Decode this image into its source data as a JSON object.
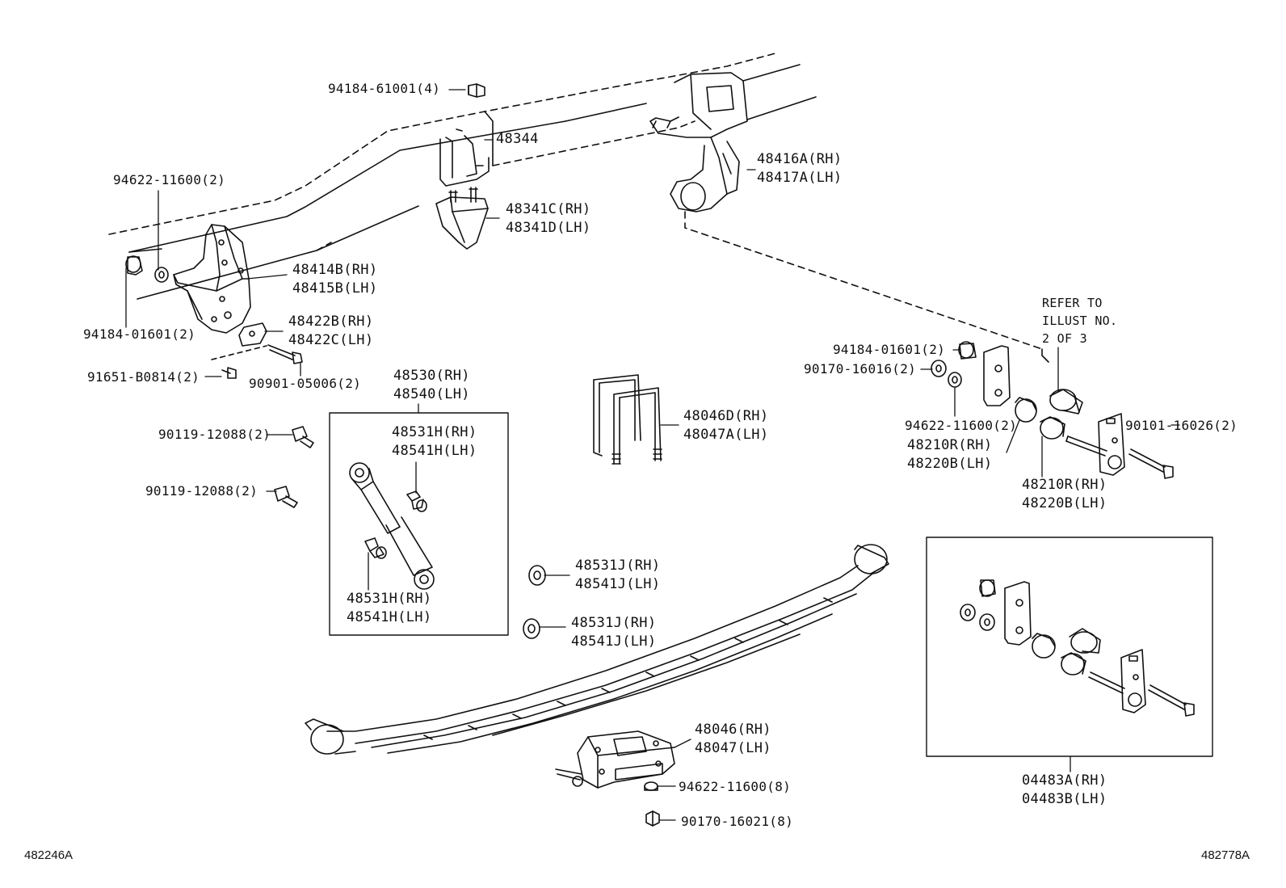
{
  "labels": {
    "nut_94184_61001": "94184-61001(4)",
    "bumper_48344": "48344",
    "bracket_48416": [
      "48416A(RH)",
      "48417A(LH)"
    ],
    "washer_94622_top": "94622-11600(2)",
    "bumper_48341": [
      "48341C(RH)",
      "48341D(LH)"
    ],
    "bracket_48414": [
      "48414B(RH)",
      "48415B(LH)"
    ],
    "nut_94184_01601_left": "94184-01601(2)",
    "plate_48422": [
      "48422B(RH)",
      "48422C(LH)"
    ],
    "bolt_91651": "91651-B0814(2)",
    "bolt_90901": "90901-05006(2)",
    "absorber_48530": [
      "48530(RH)",
      "48540(LH)"
    ],
    "bushing_48531H_top": [
      "48531H(RH)",
      "48541H(LH)"
    ],
    "bushing_48531H_bottom": [
      "48531H(RH)",
      "48541H(LH)"
    ],
    "bolt_90119_a": "90119-12088(2)",
    "bolt_90119_b": "90119-12088(2)",
    "ubolt_48046D": [
      "48046D(RH)",
      "48047A(LH)"
    ],
    "washer_48531J_a": [
      "48531J(RH)",
      "48541J(LH)"
    ],
    "washer_48531J_b": [
      "48531J(RH)",
      "48541J(LH)"
    ],
    "refer_note": [
      "REFER TO",
      "ILLUST NO.",
      "2 OF 3"
    ],
    "nut_94184_01601_right": "94184-01601(2)",
    "washer_90170_16016": "90170-16016(2)",
    "washer_94622_right": "94622-11600(2)",
    "bushing_48210_a": [
      "48210R(RH)",
      "48220B(LH)"
    ],
    "bolt_90101": "90101-16026(2)",
    "bushing_48210_b": [
      "48210R(RH)",
      "48220B(LH)"
    ],
    "seat_48046": [
      "48046(RH)",
      "48047(LH)"
    ],
    "washer_94622_bottom": "94622-11600(8)",
    "nut_90170_16021": "90170-16021(8)",
    "kit_04483": [
      "04483A(RH)",
      "04483B(LH)"
    ]
  },
  "footer": {
    "left_code": "482246A",
    "right_code": "482778A"
  },
  "colors": {
    "line": "#111111",
    "background": "#ffffff"
  }
}
